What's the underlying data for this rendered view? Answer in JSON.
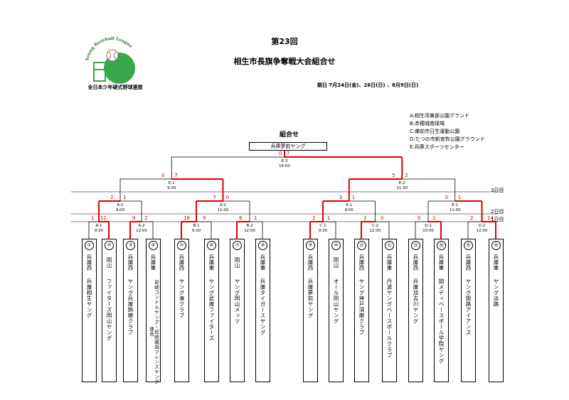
{
  "header": {
    "edition": "第23回",
    "title": "相生市長旗争奪戦大会組合せ",
    "dates": "期日  7月24日(金)、26日(日)  、8月9日(日)"
  },
  "logo": {
    "arc_text": "Young Baseball League",
    "org_name": "全日本少年硬式野球連盟"
  },
  "legend": [
    "A:相生湾東部公園グランド",
    "B:赤穂城南球場",
    "C:備前市日生運動公園",
    "D:たつの市新宮牧公園グラウンド",
    "E:兵庫スポーツセンター"
  ],
  "bracket_title": "組合せ",
  "champion": "兵庫夢前ヤング",
  "rounds": [
    "3日目",
    "2日目",
    "1日目"
  ],
  "final": {
    "id": "E-3",
    "time": "14:00",
    "score_l": "0",
    "score_r": "7"
  },
  "semis": [
    {
      "id": "E-1",
      "time": "9:30",
      "score_l": "0",
      "score_r": "7"
    },
    {
      "id": "E-2",
      "time": "11:30",
      "score_l": "5",
      "score_r": "2"
    }
  ],
  "quarters": [
    {
      "id": "A-1",
      "time": "9:00",
      "score_l": "2",
      "score_r": "1"
    },
    {
      "id": "A-2",
      "time": "11:00",
      "score_l": "7",
      "score_r": "0"
    },
    {
      "id": "E-1",
      "time": "9:00",
      "score_l": "3",
      "score_r": "1"
    },
    {
      "id": "E-1",
      "time": "11:00",
      "score_l": "0",
      "score_r": "1"
    }
  ],
  "round2": [
    {
      "id": "A-1",
      "time": "9:30",
      "score_l": "1",
      "score_r": "11"
    },
    {
      "id": "A-2",
      "time": "12:00",
      "score_l": "9",
      "score_r": "2"
    },
    {
      "id": "B-1",
      "time": "9:30",
      "score_l": "18",
      "score_r": "9"
    },
    {
      "id": "B-2",
      "time": "12:00",
      "score_l": "8",
      "score_r": "1"
    },
    {
      "id": "C-1",
      "time": "9:30",
      "score_l": "2",
      "score_r": "1"
    },
    {
      "id": "C-2",
      "time": "12:00",
      "score_l": "2",
      "score_r": "0"
    },
    {
      "id": "D-1",
      "time": "10:00",
      "score_l": "0",
      "score_r": "1"
    },
    {
      "id": "D-2",
      "time": "12:00",
      "score_l": "2",
      "score_r": "14"
    }
  ],
  "teams": [
    {
      "num": "①",
      "pref": "兵庫西",
      "name": "兵庫相生ヤング"
    },
    {
      "num": "②",
      "pref": "岡山",
      "name": "ファイターズ岡山ヤング"
    },
    {
      "num": "③",
      "pref": "兵庫西",
      "name": "ヤング兵庫飾磨クラブ"
    },
    {
      "num": "④",
      "pref": "兵庫東",
      "name": "尼崎コンドルヤング・尼崎園田フレンズヤング連合"
    },
    {
      "num": "⑤",
      "pref": "兵庫西",
      "name": "ヤング湊クラブ"
    },
    {
      "num": "⑥",
      "pref": "兵庫東",
      "name": "ヤング武庫ファイターズ"
    },
    {
      "num": "⑦",
      "pref": "岡山",
      "name": "ヤング岡山メッツ"
    },
    {
      "num": "⑧",
      "pref": "兵庫東",
      "name": "兵庫タイガースヤング"
    },
    {
      "num": "⑨",
      "pref": "兵庫西",
      "name": "兵庫夢前ヤング"
    },
    {
      "num": "⑩",
      "pref": "岡山",
      "name": "オール岡山ヤング"
    },
    {
      "num": "⑪",
      "pref": "兵庫西",
      "name": "ヤング神戸須磨クラブ"
    },
    {
      "num": "⑫",
      "pref": "兵庫東",
      "name": "丹波ヤングベースボールクラブ"
    },
    {
      "num": "⑬",
      "pref": "兵庫西",
      "name": "兵庫加古川ヤング"
    },
    {
      "num": "⑭",
      "pref": "兵庫東",
      "name": "関メディベースボール学院ヤング"
    },
    {
      "num": "⑮",
      "pref": "兵庫西",
      "name": "ヤング姫路アイアンズ"
    },
    {
      "num": "⑯",
      "pref": "兵庫東",
      "name": "ヤング淡路"
    }
  ],
  "colors": {
    "win_line": "#e00000",
    "line": "#000000",
    "score": "#d20000",
    "logo_green": "#3aa84a",
    "logo_text": "#2a6e2e"
  }
}
